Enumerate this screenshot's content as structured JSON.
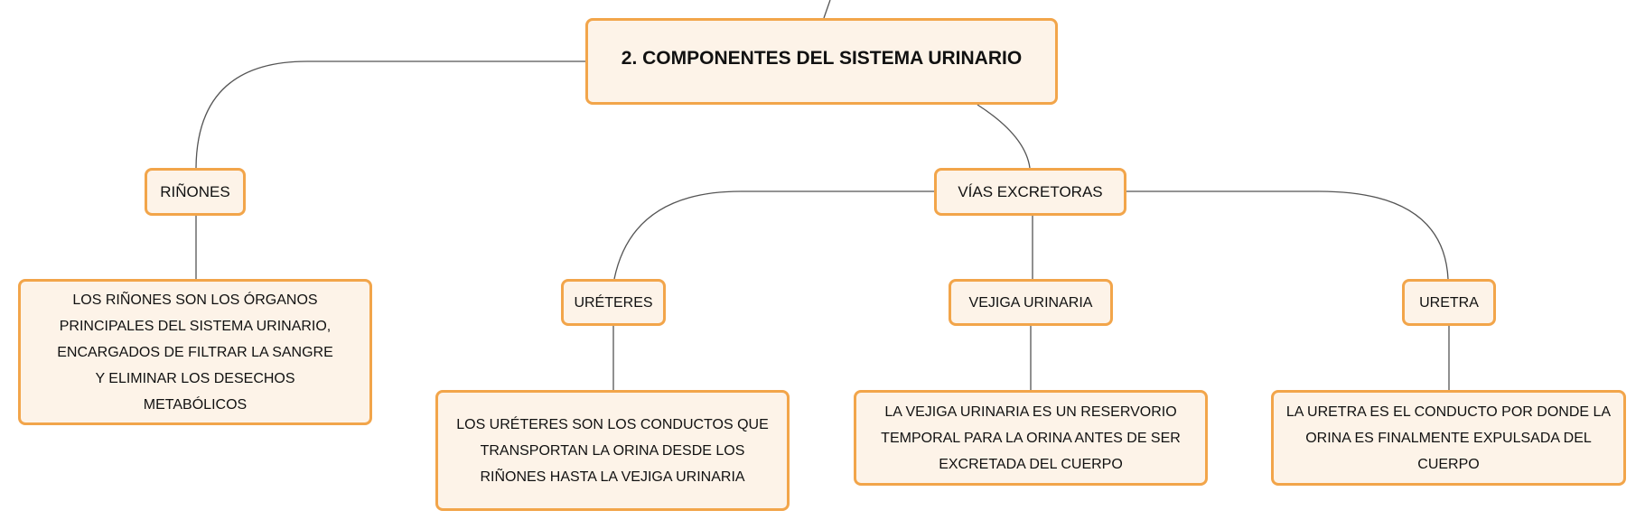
{
  "main_topic": "2. COMPONENTES DEL SISTEMA URINARIO",
  "branches": {
    "rinones": {
      "label": "RIÑONES",
      "description": "LOS RIÑONES SON LOS ÓRGANOS PRINCIPALES DEL SISTEMA URINARIO, ENCARGADOS DE FILTRAR LA SANGRE Y ELIMINAR LOS DESECHOS METABÓLICOS"
    },
    "vias": {
      "label": "VÍAS EXCRETORAS",
      "children": {
        "ureteres": {
          "label": "URÉTERES",
          "description": "LOS URÉTERES SON LOS CONDUCTOS QUE TRANSPORTAN LA ORINA DESDE LOS RIÑONES HASTA LA VEJIGA URINARIA"
        },
        "vejiga": {
          "label": "VEJIGA URINARIA",
          "description": "LA VEJIGA URINARIA ES UN RESERVORIO TEMPORAL PARA LA ORINA ANTES DE SER EXCRETADA DEL CUERPO"
        },
        "uretra": {
          "label": "URETRA",
          "description": "LA URETRA ES EL CONDUCTO POR DONDE LA ORINA ES FINALMENTE EXPULSADA DEL CUERPO"
        }
      }
    }
  },
  "colors": {
    "node_fill": "#fdf3e8",
    "node_border": "#f2a54a",
    "line": "#555555"
  }
}
